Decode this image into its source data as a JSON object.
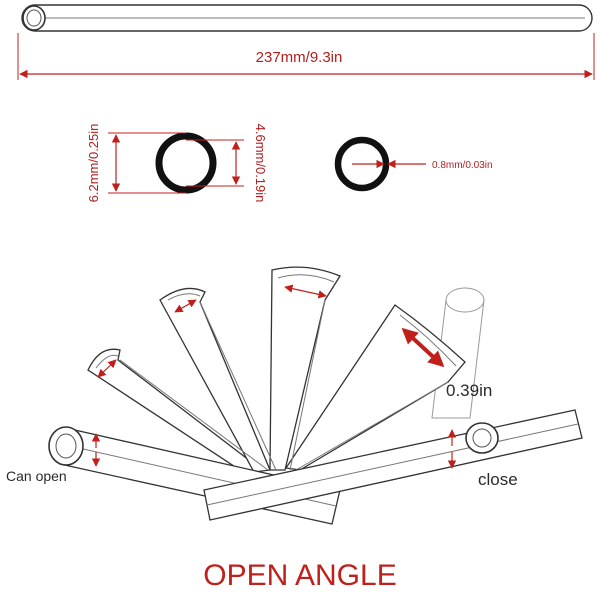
{
  "labels": {
    "length": "237mm/9.3in",
    "outer_diameter": "6.2mm/0.25in",
    "inner_diameter": "4.6mm/0.19in",
    "wall_thickness": "0.8mm/0.03in",
    "opening": "0.39in",
    "can_open": "Can open",
    "close": "close",
    "title": "OPEN ANGLE"
  },
  "colors": {
    "dimension": "#c0201c",
    "outline": "#333333",
    "ring": "#111111"
  }
}
